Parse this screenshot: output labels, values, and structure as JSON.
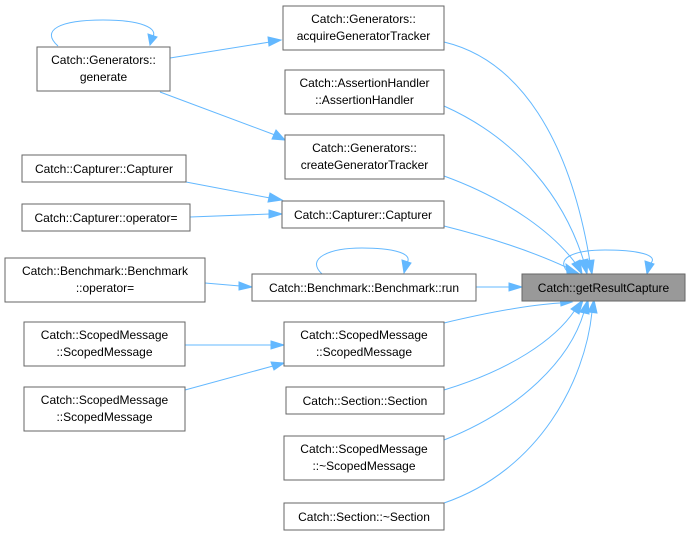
{
  "nodes": {
    "generate": {
      "lines": [
        "Catch::Generators::",
        "generate"
      ]
    },
    "acquire": {
      "lines": [
        "Catch::Generators::",
        "acquireGeneratorTracker"
      ]
    },
    "assertionHandler": {
      "lines": [
        "Catch::AssertionHandler",
        "::AssertionHandler"
      ]
    },
    "create": {
      "lines": [
        "Catch::Generators::",
        "createGeneratorTracker"
      ]
    },
    "capturerLeft": {
      "lines": [
        "Catch::Capturer::Capturer"
      ]
    },
    "capturerOp": {
      "lines": [
        "Catch::Capturer::operator="
      ]
    },
    "capturerMid": {
      "lines": [
        "Catch::Capturer::Capturer"
      ]
    },
    "benchOp": {
      "lines": [
        "Catch::Benchmark::Benchmark",
        "::operator="
      ]
    },
    "benchRun": {
      "lines": [
        "Catch::Benchmark::Benchmark::run"
      ]
    },
    "getResult": {
      "lines": [
        "Catch::getResultCapture"
      ]
    },
    "scopedLeft1": {
      "lines": [
        "Catch::ScopedMessage",
        "::ScopedMessage"
      ]
    },
    "scopedLeft2": {
      "lines": [
        "Catch::ScopedMessage",
        "::ScopedMessage"
      ]
    },
    "scopedMid": {
      "lines": [
        "Catch::ScopedMessage",
        "::ScopedMessage"
      ]
    },
    "section": {
      "lines": [
        "Catch::Section::Section"
      ]
    },
    "scopedDtor": {
      "lines": [
        "Catch::ScopedMessage",
        "::~ScopedMessage"
      ]
    },
    "sectionDtor": {
      "lines": [
        "Catch::Section::~Section"
      ]
    }
  },
  "colors": {
    "edge": "#63b8ff",
    "node_border": "#666666",
    "focus_fill": "#999999",
    "node_fill": "#ffffff"
  }
}
